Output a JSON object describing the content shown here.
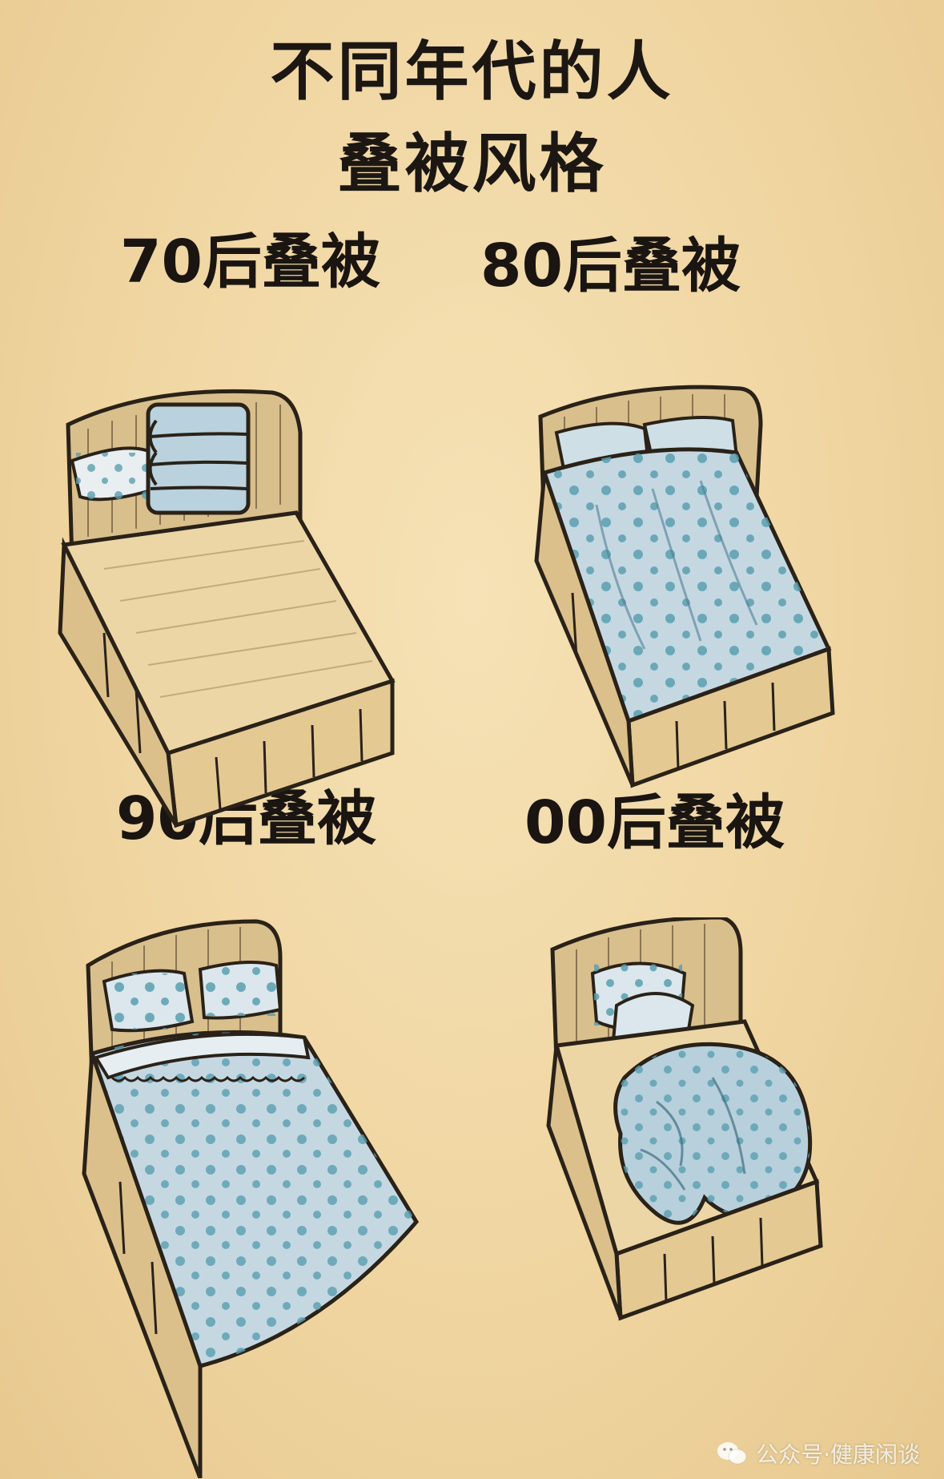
{
  "title": {
    "line1": "不同年代的人",
    "line2": "叠被风格"
  },
  "panels": [
    {
      "label": "70后叠被",
      "style": "folded-block"
    },
    {
      "label": "80后叠被",
      "style": "flat-spread"
    },
    {
      "label": "90后叠被",
      "style": "turned-down"
    },
    {
      "label": "00后叠被",
      "style": "crumpled-heap"
    }
  ],
  "watermark": {
    "text": "公众号·健康闲谈"
  },
  "colors": {
    "background": "#efd6a3",
    "ink": "#1c1712",
    "fabric": "#c9dbe4",
    "dots": "#5a9fb0",
    "wood": "#d9bf8c"
  }
}
